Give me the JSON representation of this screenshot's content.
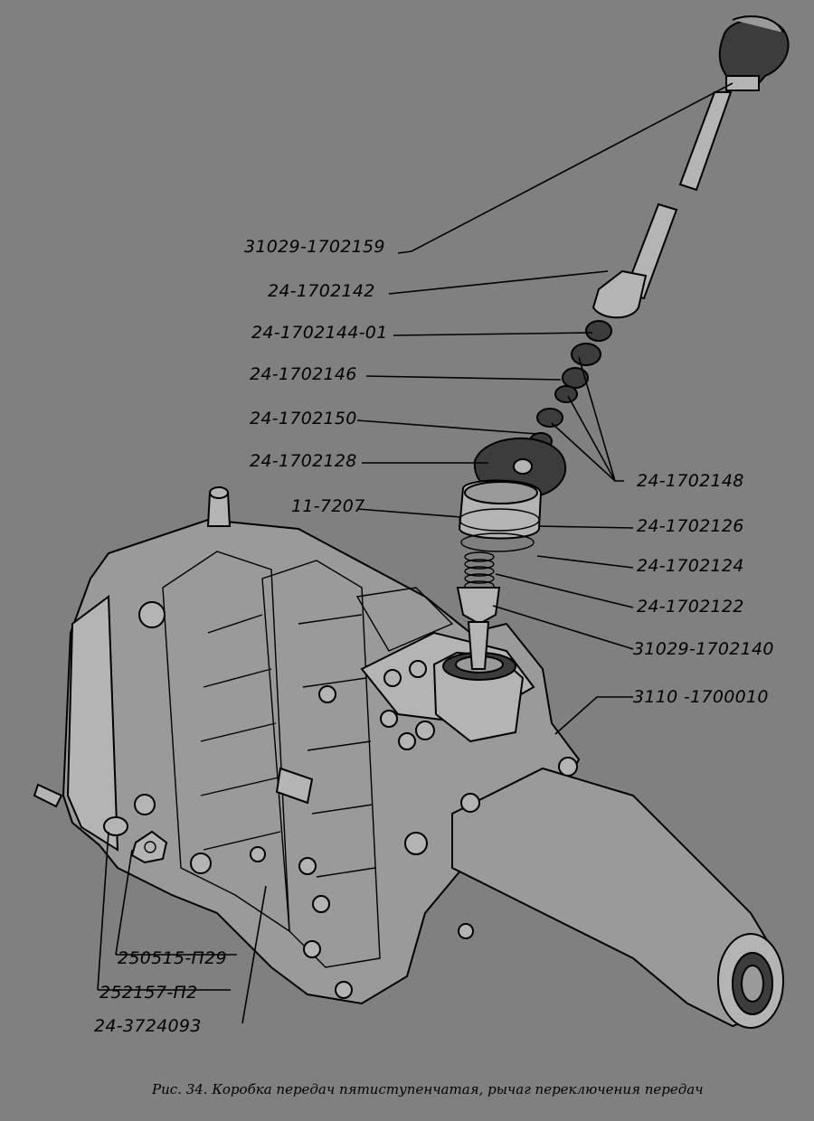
{
  "parts": [
    "31029-1702159",
    "24-1702142",
    "24-1702144-01",
    "24-1702146",
    "24-1702150",
    "24-1702128",
    "11-7207",
    "24-1702148",
    "24-1702126",
    "24-1702124",
    "24-1702122",
    "31029-1702140",
    "3110 -1700010",
    "250515-П29",
    "252157-П2",
    "24-3724093"
  ],
  "caption": "Рис. 34. Коробка передач пятиступенчатая, рычаг переключения передач"
}
